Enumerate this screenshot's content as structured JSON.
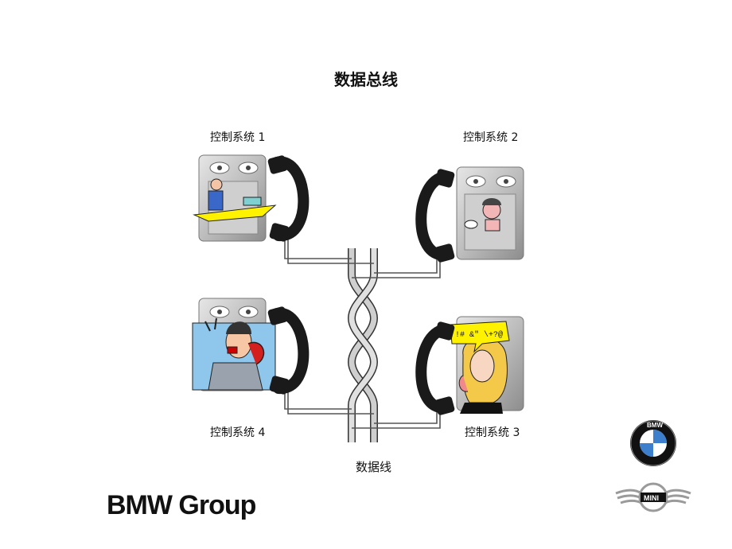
{
  "title": "数据总线",
  "nodes": [
    {
      "id": "n1",
      "label": "控制系统 1",
      "person": "man at desk"
    },
    {
      "id": "n2",
      "label": "控制系统  2",
      "person": "woman at phone"
    },
    {
      "id": "n3",
      "label": "控制系统 3",
      "person": "blonde woman on phone"
    },
    {
      "id": "n4",
      "label": "控制系统 4",
      "person": "shouting businessman"
    }
  ],
  "bus_label": "数据线",
  "callout_text": "!#  &\"  \\+?@",
  "brand": {
    "text": "BMW Group",
    "bmw_logo": "BMW",
    "mini_logo": "MINI"
  },
  "colors": {
    "bmw_blue": "#3c7fcd",
    "mini_silver": "#9a9a9a",
    "accent_yellow": "#fff200"
  }
}
